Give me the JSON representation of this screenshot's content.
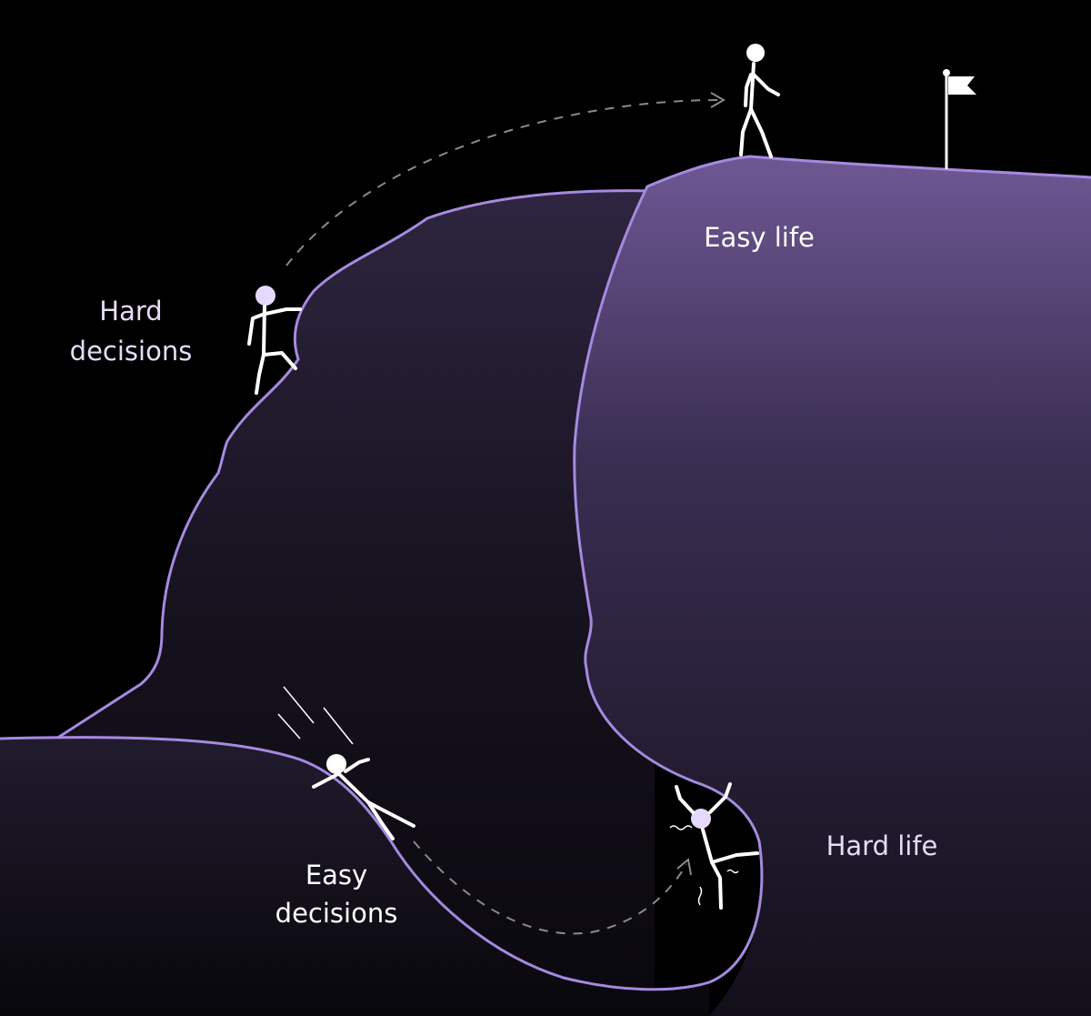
{
  "labels": {
    "easy_life": "Easy life",
    "hard_decisions_1": "Hard",
    "hard_decisions_2": "decisions",
    "easy_decisions_1": "Easy",
    "easy_decisions_2": "decisions",
    "hard_life": "Hard life"
  },
  "colors": {
    "background": "#000000",
    "outline": "#a58ae0",
    "top_fill": "#6a5590",
    "label": "#e6dcf7",
    "figure": "#ffffff",
    "figure_head_alt": "#e6d9ff"
  },
  "icons": [
    "walking-person-icon",
    "flag-icon",
    "climbing-person-icon",
    "falling-person-icon",
    "struggling-person-icon"
  ]
}
